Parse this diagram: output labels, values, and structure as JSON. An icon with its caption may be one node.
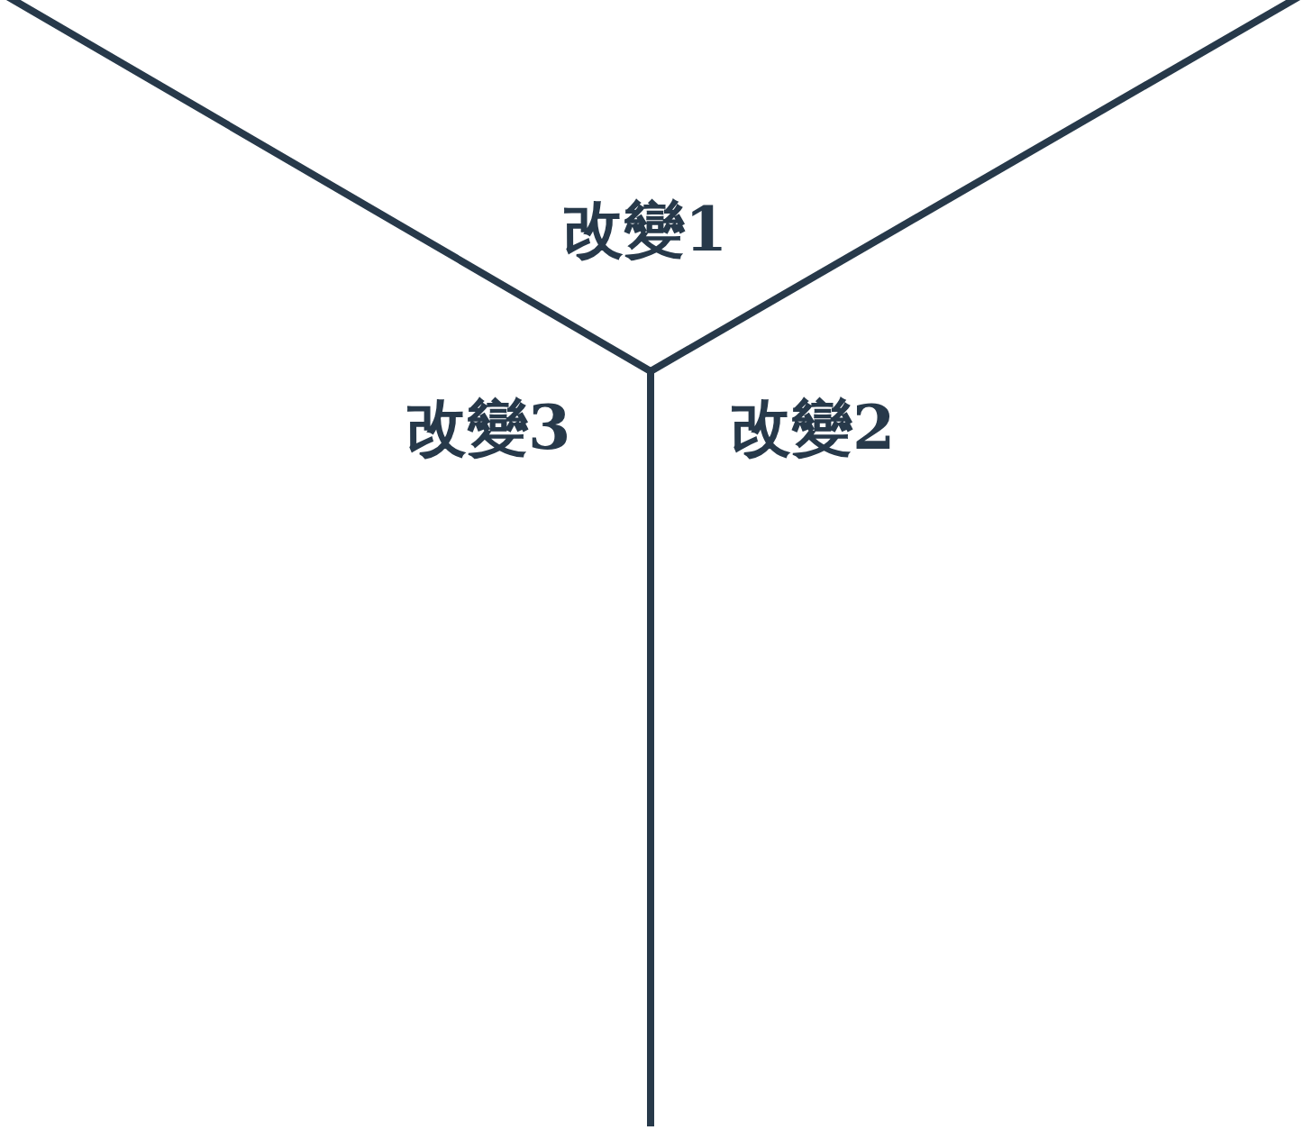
{
  "diagram": {
    "labels": [
      "改變1",
      "改變3",
      "改變2"
    ]
  }
}
